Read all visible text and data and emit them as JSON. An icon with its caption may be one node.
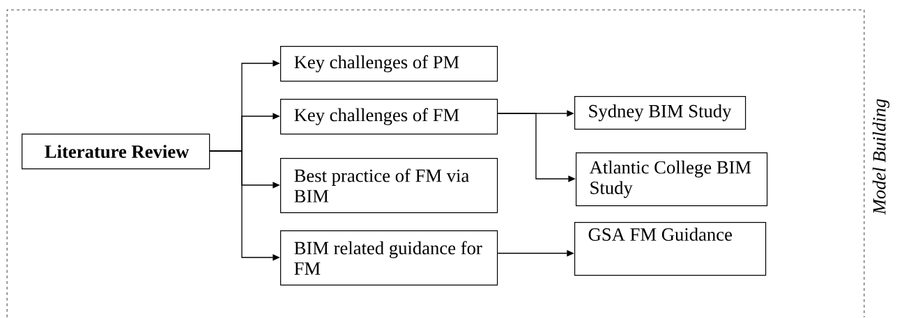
{
  "diagram": {
    "nodes": [
      {
        "text": [
          "Model Building"
        ]
      },
      {
        "text": [
          "Literature Review"
        ],
        "in": 0
      },
      {
        "text": [
          "Key challenges of PM"
        ],
        "in": 0
      },
      {
        "text": [
          "Key challenges of FM"
        ],
        "in": 0
      },
      {
        "text": [
          "Best practice of FM via BIM"
        ],
        "in": 0
      },
      {
        "text": [
          "BIM related guidance for FM"
        ],
        "in": 0
      },
      {
        "text": [
          "Sydney BIM Study"
        ],
        "in": 0
      },
      {
        "text": [
          "Atlantic College BIM Study"
        ],
        "in": 0
      },
      {
        "text": [
          "GSA FM Guidance"
        ],
        "in": 0
      }
    ],
    "edges": [
      {
        "from": 1,
        "to": 2,
        "arrow": "to"
      },
      {
        "from": 1,
        "to": 3,
        "arrow": "to"
      },
      {
        "from": 1,
        "to": 4,
        "arrow": "to"
      },
      {
        "from": 1,
        "to": 5,
        "arrow": "to"
      },
      {
        "from": 3,
        "to": 6,
        "arrow": "to"
      },
      {
        "from": 3,
        "to": 7,
        "arrow": "to"
      },
      {
        "from": 5,
        "to": 8,
        "arrow": "to"
      }
    ]
  }
}
